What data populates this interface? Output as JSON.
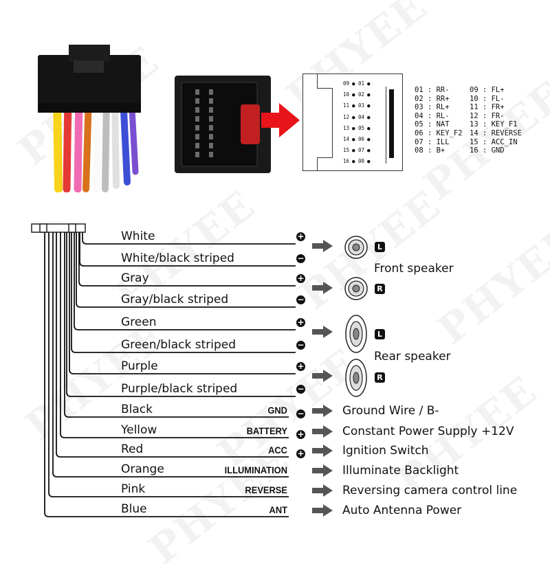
{
  "watermark": "PHYEE",
  "pinout": [
    {
      "left": "01 : RR-",
      "right": "09 : FL+"
    },
    {
      "left": "02 : RR+",
      "right": "10 : FL-"
    },
    {
      "left": "03 : RL+",
      "right": "11 : FR+"
    },
    {
      "left": "04 : RL-",
      "right": "12 : FR-"
    },
    {
      "left": "05 : NAT",
      "right": "13 : KEY_F1"
    },
    {
      "left": "06 : KEY_F2",
      "right": "14 : REVERSE"
    },
    {
      "left": "07 : ILL",
      "right": "15 : ACC_IN"
    },
    {
      "left": "08 : B+",
      "right": "16 : GND"
    }
  ],
  "connector_pins": [
    {
      "l": "09",
      "r": "01"
    },
    {
      "l": "10",
      "r": "02"
    },
    {
      "l": "11",
      "r": "03"
    },
    {
      "l": "12",
      "r": "04"
    },
    {
      "l": "13",
      "r": "05"
    },
    {
      "l": "14",
      "r": "06"
    },
    {
      "l": "15",
      "r": "07"
    },
    {
      "l": "16",
      "r": "08"
    }
  ],
  "wires": [
    {
      "color_name": "White",
      "sign": "+",
      "function": "",
      "description": ""
    },
    {
      "color_name": "White/black striped",
      "sign": "-",
      "function": "",
      "description": ""
    },
    {
      "color_name": "Gray",
      "sign": "+",
      "function": "",
      "description": ""
    },
    {
      "color_name": "Gray/black striped",
      "sign": "-",
      "function": "",
      "description": ""
    },
    {
      "color_name": "Green",
      "sign": "+",
      "function": "",
      "description": ""
    },
    {
      "color_name": "Green/black striped",
      "sign": "-",
      "function": "",
      "description": ""
    },
    {
      "color_name": "Purple",
      "sign": "+",
      "function": "",
      "description": ""
    },
    {
      "color_name": "Purple/black striped",
      "sign": "-",
      "function": "",
      "description": ""
    },
    {
      "color_name": "Black",
      "sign": "-",
      "function": "GND",
      "description": "Ground Wire / B-"
    },
    {
      "color_name": "Yellow",
      "sign": "+",
      "function": "BATTERY",
      "description": "Constant Power Supply +12V"
    },
    {
      "color_name": "Red",
      "sign": "+",
      "function": "ACC",
      "description": "Ignition Switch"
    },
    {
      "color_name": "Orange",
      "sign": "",
      "function": "ILLUMINATION",
      "description": "Illuminate Backlight"
    },
    {
      "color_name": "Pink",
      "sign": "",
      "function": "REVERSE",
      "description": "Reversing camera control line"
    },
    {
      "color_name": "Blue",
      "sign": "",
      "function": "ANT",
      "description": "Auto  Antenna Power"
    }
  ],
  "speakers": {
    "front_label": "Front speaker",
    "rear_label": "Rear speaker",
    "left_badge": "L",
    "right_badge": "R"
  },
  "colors": {
    "arrow_red": "#e8141b",
    "arrow_gray": "#555555",
    "wire_white": "#f4f4f4",
    "wire_red": "#e53935",
    "wire_pink": "#f06bb3",
    "wire_yellow": "#f7d31a",
    "wire_orange": "#d9711c",
    "wire_blue": "#3d4fd6",
    "wire_gray": "#9e9e9e",
    "wire_purple": "#7a4fd0",
    "wire_green": "#1a9a3a",
    "connector_black": "#141414"
  }
}
